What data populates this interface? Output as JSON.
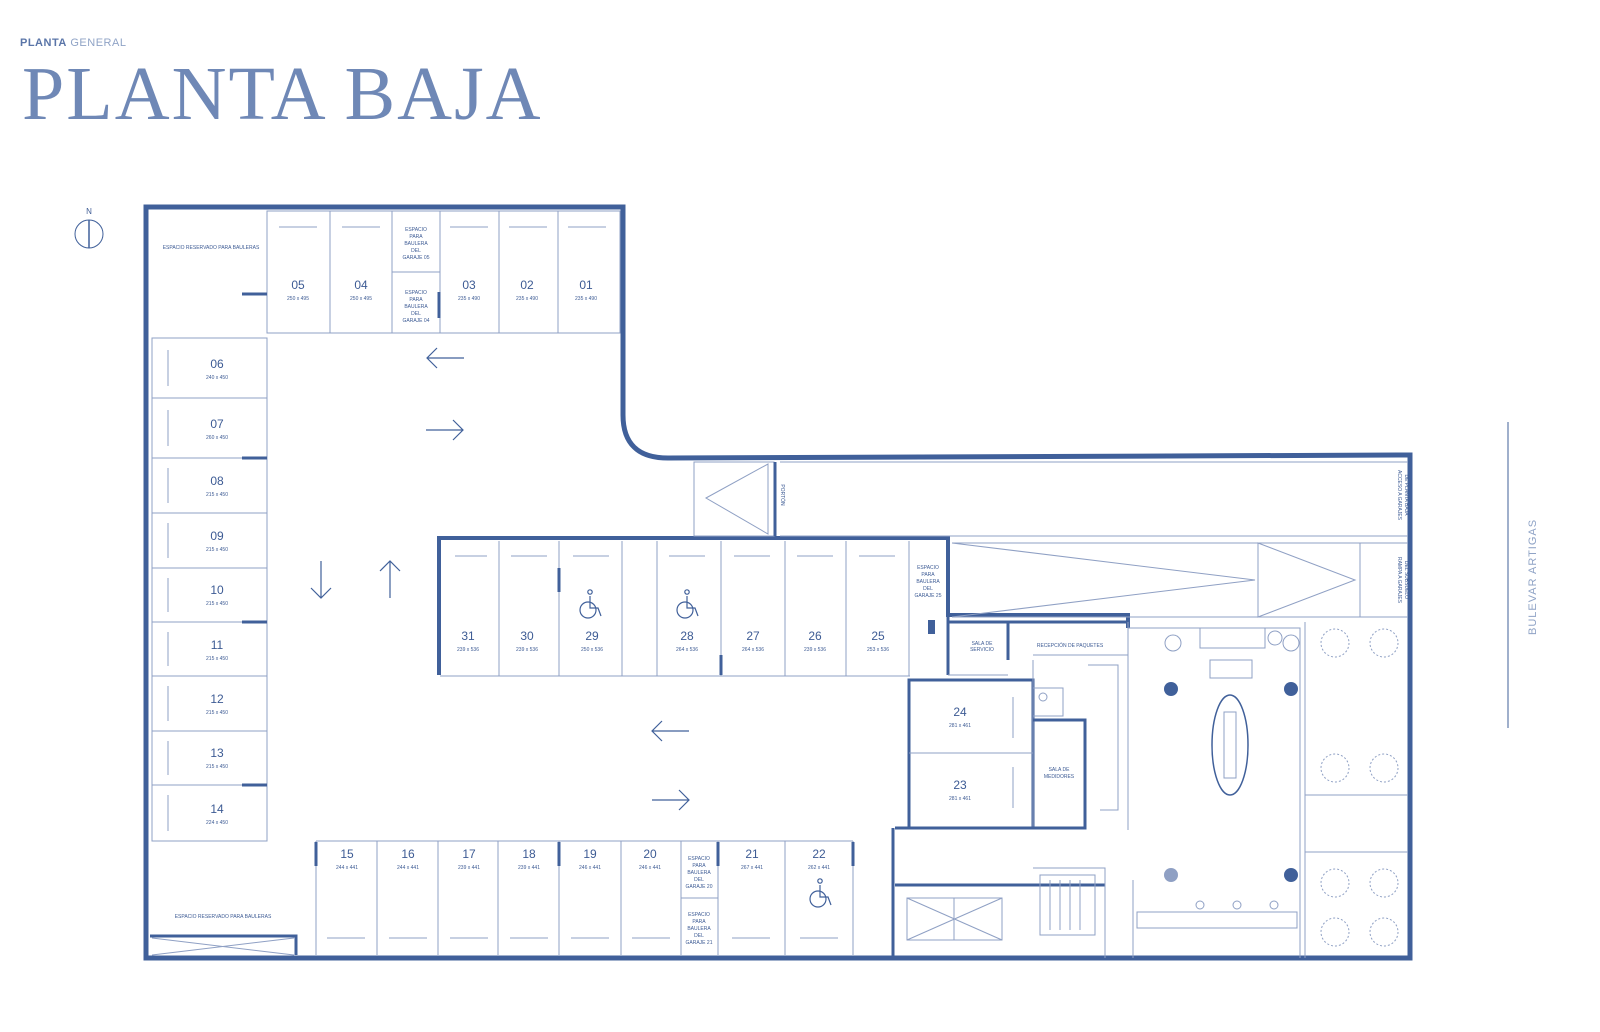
{
  "header": {
    "kicker_bold": "PLANTA",
    "kicker_light": "GENERAL",
    "title": "PLANTA BAJA"
  },
  "compass": {
    "label": "N"
  },
  "street": {
    "label": "BULEVAR ARTIGAS"
  },
  "labels": {
    "reserved_top": "ESPACIO RESERVADO PARA BAULERAS",
    "reserved_bottom": "ESPACIO RESERVADO PARA BAULERAS",
    "sala_servicio_1": "SALA DE",
    "sala_servicio_2": "SERVICIO",
    "recepcion": "RECEPCIÓN DE PAQUETES",
    "sala_medidores_1": "SALA DE",
    "sala_medidores_2": "MEDIDORES",
    "acceso_1": "ACCESO A GARAJES",
    "acceso_2": "DE PLANTA BAJA",
    "rampa_1": "RAMPA A GARAJES",
    "rampa_2": "DEL SUBSUELO",
    "puerta": "PORTÓN",
    "baulera_05": [
      "ESPACIO",
      "PARA",
      "BAULERA",
      "DEL",
      "GARAJE 05"
    ],
    "baulera_04": [
      "ESPACIO",
      "PARA",
      "BAULERA",
      "DEL",
      "GARAJE 04"
    ],
    "baulera_25": [
      "ESPACIO",
      "PARA",
      "BAULERA",
      "DEL",
      "GARAJE 25"
    ],
    "baulera_20": [
      "ESPACIO",
      "PARA",
      "BAULERA",
      "DEL",
      "GARAJE 20"
    ],
    "baulera_21": [
      "ESPACIO",
      "PARA",
      "BAULERA",
      "DEL",
      "GARAJE 21"
    ]
  },
  "spaces": [
    {
      "n": "05",
      "dim": "250 x 495"
    },
    {
      "n": "04",
      "dim": "250 x 495"
    },
    {
      "n": "03",
      "dim": "235 x 490"
    },
    {
      "n": "02",
      "dim": "235 x 490"
    },
    {
      "n": "01",
      "dim": "235 x 490"
    },
    {
      "n": "06",
      "dim": "240 x 450"
    },
    {
      "n": "07",
      "dim": "260 x 450"
    },
    {
      "n": "08",
      "dim": "215 x 450"
    },
    {
      "n": "09",
      "dim": "215 x 450"
    },
    {
      "n": "10",
      "dim": "215 x 450"
    },
    {
      "n": "11",
      "dim": "215 x 450"
    },
    {
      "n": "12",
      "dim": "215 x 450"
    },
    {
      "n": "13",
      "dim": "215 x 450"
    },
    {
      "n": "14",
      "dim": "224 x 450"
    },
    {
      "n": "31",
      "dim": "239 x 536"
    },
    {
      "n": "30",
      "dim": "239 x 536"
    },
    {
      "n": "29",
      "dim": "250 x 536"
    },
    {
      "n": "28",
      "dim": "264 x 536"
    },
    {
      "n": "27",
      "dim": "264 x 536"
    },
    {
      "n": "26",
      "dim": "239 x 536"
    },
    {
      "n": "25",
      "dim": "253 x 536"
    },
    {
      "n": "24",
      "dim": "281 x 461"
    },
    {
      "n": "23",
      "dim": "281 x 461"
    },
    {
      "n": "15",
      "dim": "244 x 441"
    },
    {
      "n": "16",
      "dim": "244 x 441"
    },
    {
      "n": "17",
      "dim": "239 x 441"
    },
    {
      "n": "18",
      "dim": "239 x 441"
    },
    {
      "n": "19",
      "dim": "246 x 441"
    },
    {
      "n": "20",
      "dim": "246 x 441"
    },
    {
      "n": "21",
      "dim": "267 x 441"
    },
    {
      "n": "22",
      "dim": "262 x 441"
    }
  ]
}
